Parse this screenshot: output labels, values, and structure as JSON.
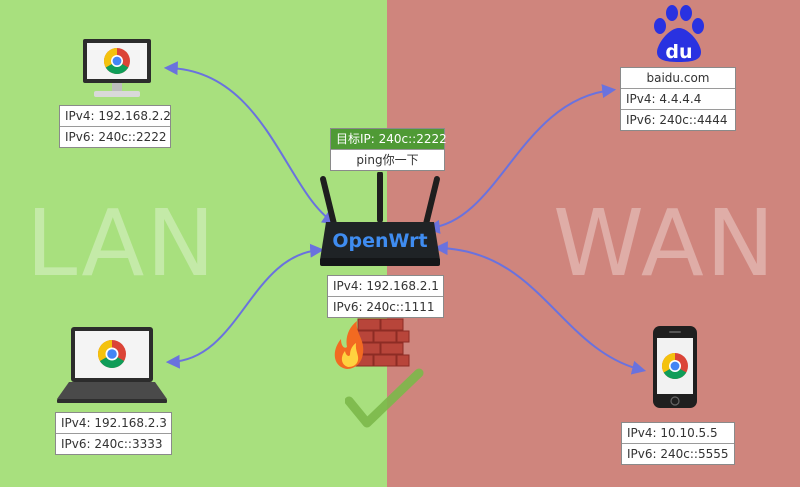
{
  "zones": {
    "lan_label": "LAN",
    "wan_label": "WAN"
  },
  "colors": {
    "lan_bg": "#a8e07e",
    "wan_bg": "#cf857d",
    "arrow": "#6a72de",
    "router_text": "#3f8cf0",
    "target_header": "#4f9a35"
  },
  "router": {
    "brand": "OpenWrt",
    "target_header": "目标IP: 240c::2222",
    "target_action": "ping你一下",
    "ipv4": "IPv4: 192.168.2.1",
    "ipv6": "IPv6:  240c::1111"
  },
  "desktop_pc": {
    "ipv4": "IPv4: 192.168.2.2",
    "ipv6": "IPv6:  240c::2222"
  },
  "laptop": {
    "ipv4": "IPv4: 192.168.2.3",
    "ipv6": "IPv6:  240c::3333"
  },
  "baidu": {
    "logo_text": "du",
    "domain": "baidu.com",
    "ipv4": "IPv4: 4.4.4.4",
    "ipv6": "IPv6: 240c::4444"
  },
  "phone": {
    "ipv4": "IPv4: 10.10.5.5",
    "ipv6": "IPv6:  240c::5555"
  },
  "icons": [
    "chrome-icon",
    "desktop-monitor-icon",
    "laptop-icon",
    "router-icon",
    "baidu-paw-icon",
    "firewall-icon",
    "checkmark-icon",
    "smartphone-icon",
    "flame-icon"
  ]
}
